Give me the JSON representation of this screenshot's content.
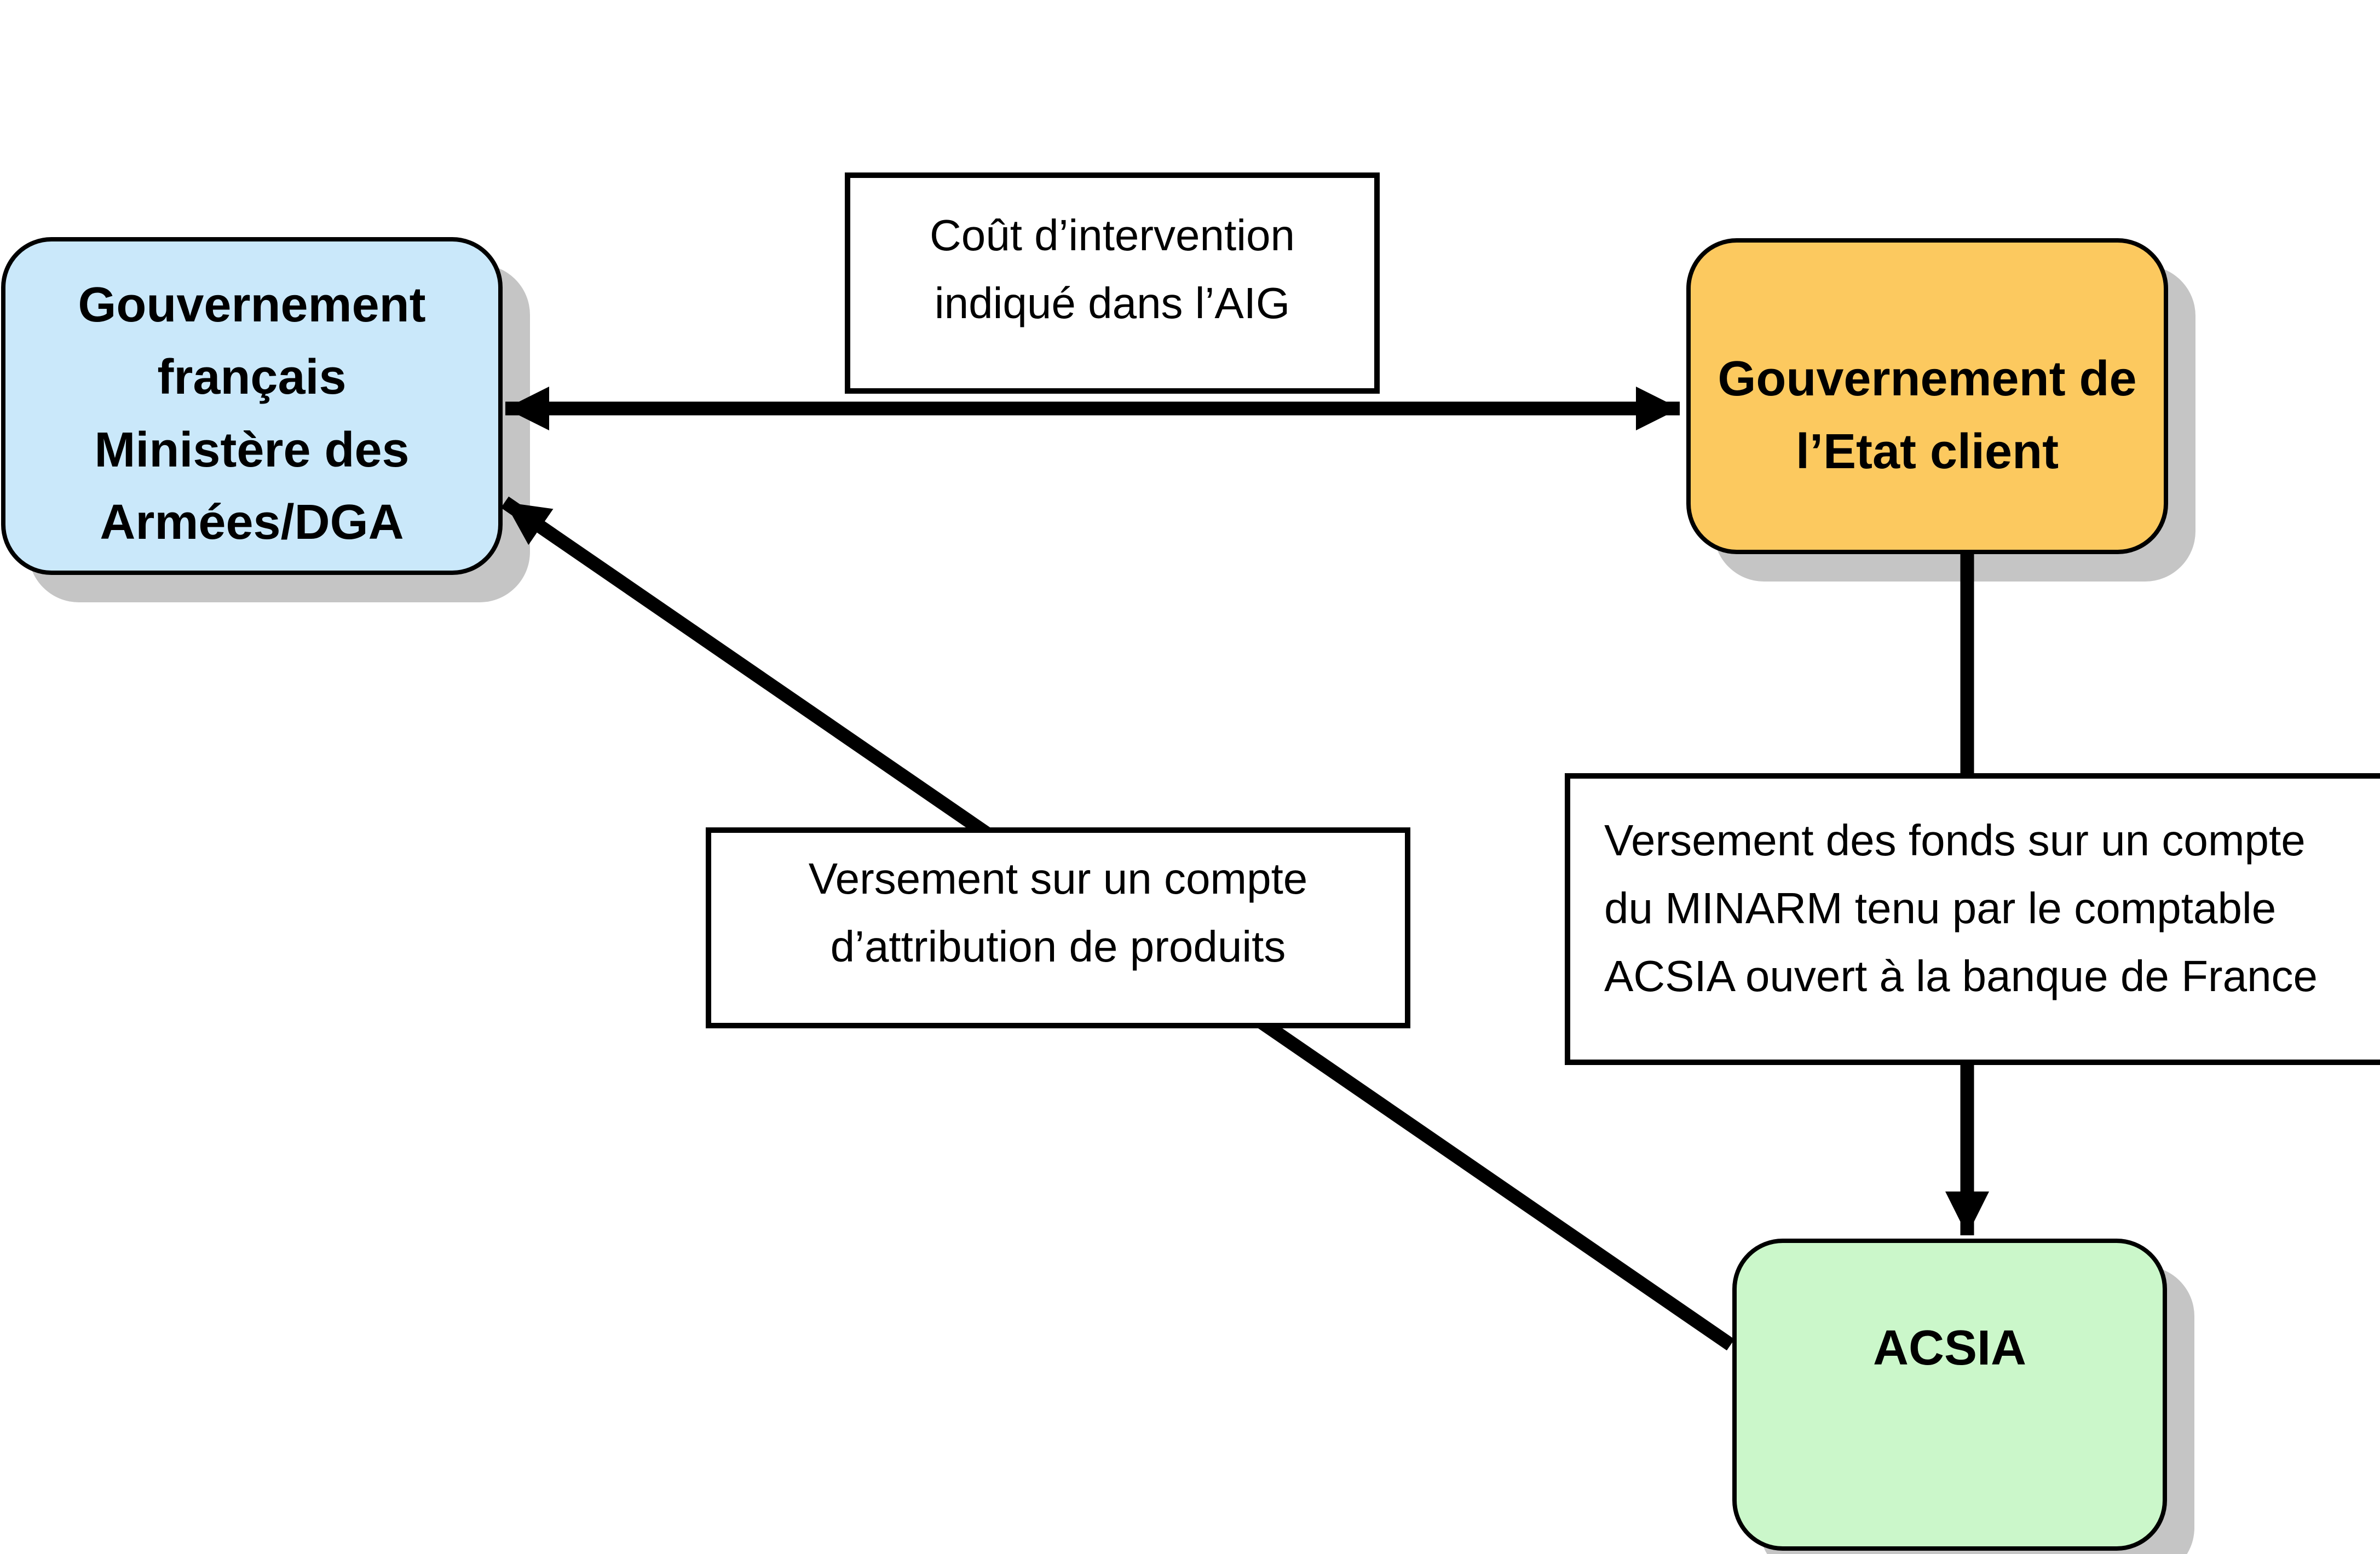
{
  "diagram": {
    "boxes": {
      "gov_fr": {
        "lines": [
          "Gouvernement",
          "français",
          "Ministère des",
          "Armées/DGA"
        ],
        "fill": "#CAE8FA"
      },
      "gov_client": {
        "lines": [
          "Gouvernement de",
          "l’Etat client"
        ],
        "fill": "#FCC95F"
      },
      "acsia": {
        "lines": [
          "ACSIA"
        ],
        "fill": "#CBF7CA"
      }
    },
    "labels": {
      "cout_aig": {
        "lines": [
          "Coût d’intervention",
          "indiqué dans l’AIG"
        ]
      },
      "versement_produits": {
        "lines": [
          "Versement sur un compte",
          "d’attribution de produits"
        ]
      },
      "versement_fonds": {
        "lines": [
          "Versement des fonds sur un compte",
          "du MINARM tenu par le comptable",
          "ACSIA ouvert à la banque de France"
        ]
      }
    },
    "colors": {
      "border": "#000000",
      "arrow": "#000000",
      "shadow": "#C5C5C5",
      "label_background": "#FFFFFF",
      "box_blue": "#CAE8FA",
      "box_orange": "#FCC95F",
      "box_green": "#CBF7CA"
    }
  }
}
